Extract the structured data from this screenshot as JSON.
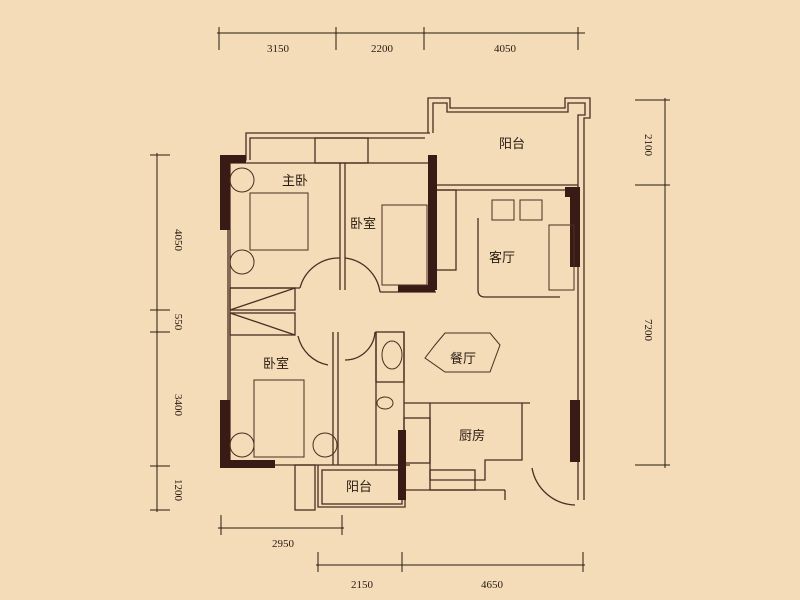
{
  "rooms": {
    "master_bedroom": "主卧",
    "bedroom_north": "卧室",
    "bedroom_south": "卧室",
    "living_room": "客厅",
    "dining_room": "餐厅",
    "kitchen": "厨房",
    "balcony_north": "阳台",
    "balcony_south": "阳台"
  },
  "dimensions": {
    "top": [
      "3150",
      "2200",
      "4050"
    ],
    "left": [
      "4050",
      "550",
      "3400",
      "1200"
    ],
    "right": [
      "2100",
      "7200"
    ],
    "bottom_upper": [
      "2950"
    ],
    "bottom_lower": [
      "2150",
      "4650"
    ]
  },
  "colors": {
    "background": "#f3dcb7",
    "wall": "#3a1a14"
  }
}
